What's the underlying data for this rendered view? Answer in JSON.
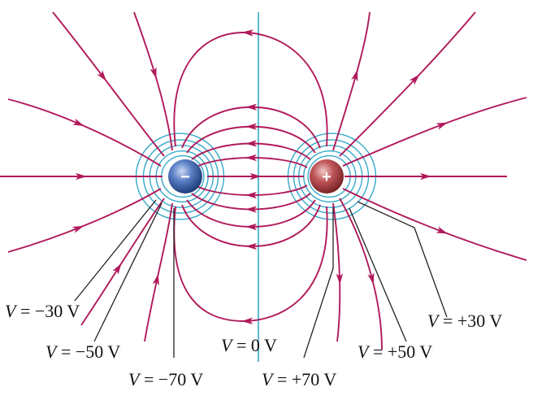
{
  "colors": {
    "field_line": "#b0195a",
    "equipotential": "#34a9c8",
    "leader_line": "#222222",
    "negative_charge": "#3d63ad",
    "positive_charge": "#b4464a"
  },
  "charges": {
    "negative": {
      "sign": "−"
    },
    "positive": {
      "sign": "+"
    }
  },
  "labels": {
    "v_neg30": {
      "var": "V",
      "rest": " = −30 V"
    },
    "v_neg50": {
      "var": "V",
      "rest": " = −50 V"
    },
    "v_neg70": {
      "var": "V",
      "rest": " = −70 V"
    },
    "v_zero": {
      "var": "V",
      "rest": " = 0 V"
    },
    "v_pos70": {
      "var": "V",
      "rest": " = +70 V"
    },
    "v_pos50": {
      "var": "V",
      "rest": " = +50 V"
    },
    "v_pos30": {
      "var": "V",
      "rest": " = +30 V"
    }
  }
}
